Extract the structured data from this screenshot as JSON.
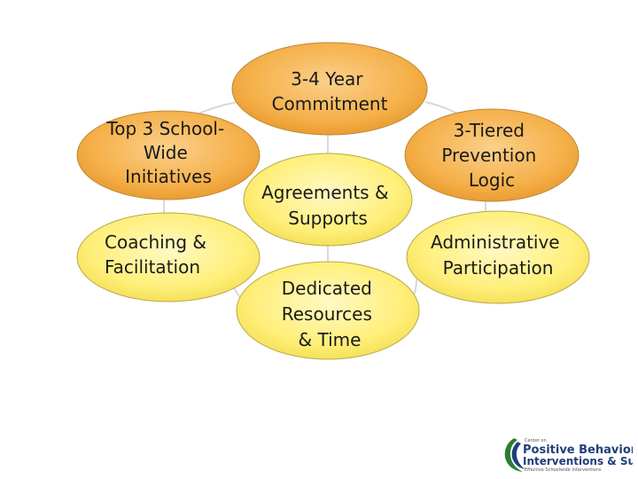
{
  "nodes": {
    "commitment": {
      "lines": [
        "3-4 Year",
        "Commitment"
      ],
      "fill": "#f5b04a"
    },
    "initiatives": {
      "lines": [
        "Top 3 School-",
        "Wide",
        "Initiatives"
      ],
      "fill": "#f5b04a"
    },
    "prevention": {
      "lines": [
        "3-Tiered",
        "Prevention",
        "Logic"
      ],
      "fill": "#f5b04a"
    },
    "agreements": {
      "lines": [
        "Agreements &",
        "Supports"
      ],
      "fill": "#ffef7a"
    },
    "coaching": {
      "lines": [
        "Coaching &",
        "Facilitation"
      ],
      "fill": "#ffef7a"
    },
    "administrative": {
      "lines": [
        "Administrative",
        "Participation"
      ],
      "fill": "#ffef7a"
    },
    "resources": {
      "lines": [
        "Dedicated",
        "Resources",
        "& Time"
      ],
      "fill": "#ffef7a"
    }
  },
  "logo": {
    "small_top": "Center on",
    "line1": "Positive Behavioral",
    "line2": "Interventions & Supports",
    "small_bottom": "Effective Schoolwide Interventions"
  },
  "colors": {
    "orange_fill": "#f5b04a",
    "yellow_fill": "#ffef7a",
    "connector": "#d9d9d9"
  }
}
